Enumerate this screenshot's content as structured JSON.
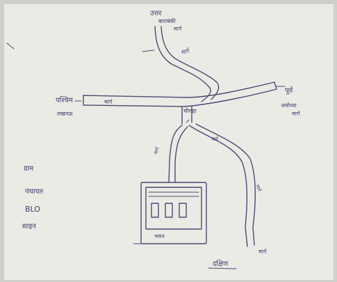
{
  "image": {
    "description_kind": "hand-drawn sketch map on paper",
    "ink_color": "#3f3f6a",
    "paper_color": "#ebebe6",
    "background_color": "#cfcfcb"
  },
  "labels": {
    "top_north": "उत्तर",
    "top_north_sub1": "बाराबंकी",
    "top_north_sub2": "मार्ग",
    "diag_road_upper": "मार्ग",
    "west_dir": "पश्चिम",
    "west_place": "लखनऊ",
    "main_road": "मार्ग",
    "junction": "चौराहा",
    "east_dir": "पूर्व",
    "east_place1": "अयोध्या",
    "east_place2": "मार्ग",
    "left_branch": "मार्ग",
    "right_branch_upper": "मार्ग",
    "right_branch_lower": "मार्ग",
    "south_end_place": "मार्ग",
    "south_dir": "दक्षिण",
    "building_label": "भवन",
    "side_note_1": "ग्राम",
    "side_note_2": "पंचायत",
    "side_note_3": "BLO",
    "side_note_4": "साइन"
  }
}
